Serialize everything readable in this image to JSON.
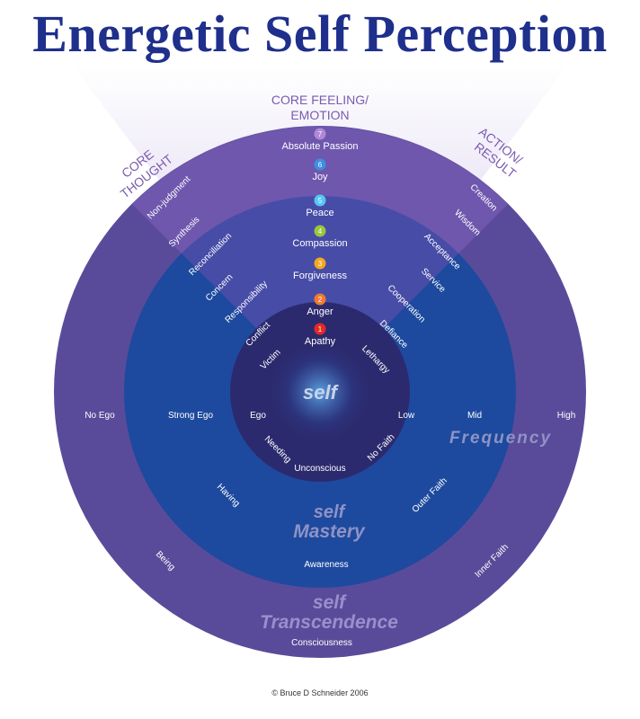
{
  "title": "Energetic Self Perception",
  "copyright": "© Bruce D Schneider 2006",
  "colors": {
    "title": "#1f2f8c",
    "outer_ring": "#5a4b9a",
    "middle_ring": "#1d4a9e",
    "inner_ring": "#2c2a6e",
    "wedge": "#8a74c2",
    "header": "#7a5bb0"
  },
  "headers": {
    "core_thought": [
      "CORE",
      "THOUGHT"
    ],
    "core_feeling": [
      "CORE FEELING/",
      "EMOTION"
    ],
    "action_result": [
      "ACTION/",
      "RESULT"
    ]
  },
  "levels": [
    {
      "num": "7",
      "label": "Absolute Passion",
      "color": "#b089d6"
    },
    {
      "num": "6",
      "label": "Joy",
      "color": "#3d8fe0"
    },
    {
      "num": "5",
      "label": "Peace",
      "color": "#56c6f2"
    },
    {
      "num": "4",
      "label": "Compassion",
      "color": "#9ac63c"
    },
    {
      "num": "3",
      "label": "Forgiveness",
      "color": "#f3a81c"
    },
    {
      "num": "2",
      "label": "Anger",
      "color": "#f07a30"
    },
    {
      "num": "1",
      "label": "Apathy",
      "color": "#e42a22"
    }
  ],
  "thought_labels": [
    "Non-judgment",
    "Synthesis",
    "Reconciliation",
    "Concern",
    "Responsibility",
    "Conflict",
    "Victim"
  ],
  "action_labels": [
    "Creation",
    "Wisdom",
    "Acceptance",
    "Service",
    "Cooperation",
    "Defiance",
    "Lethargy"
  ],
  "ego_labels": [
    "No Ego",
    "Strong Ego",
    "Ego"
  ],
  "frequency_labels": [
    "Low",
    "Mid",
    "High"
  ],
  "lower_inner": [
    "Needing",
    "Unconscious",
    "No Faith"
  ],
  "lower_middle": [
    "Having",
    "Awareness",
    "Outer Faith"
  ],
  "lower_outer": [
    "Being",
    "Consciousness",
    "Inner Faith"
  ],
  "center_label": "self",
  "frequency_title": "Frequency",
  "mastery_title": [
    "self",
    "Mastery"
  ],
  "transcendence_title": [
    "self",
    "Transcendence"
  ]
}
